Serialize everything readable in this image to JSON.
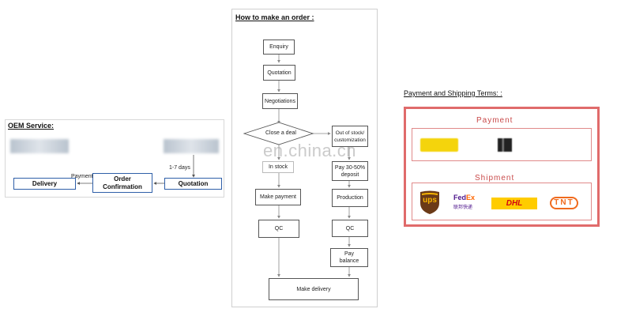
{
  "oem": {
    "title": "OEM Service:",
    "delivery": "Delivery",
    "order_confirmation": "Order\nConfirmation",
    "quotation": "Quotation",
    "payment_label": "Payment",
    "days_label": "1-7 days"
  },
  "order": {
    "title": "How to make an order :",
    "enquiry": "Enquiry",
    "quotation": "Quotation",
    "negotiations": "Negotiations",
    "close_deal": "Close a deal",
    "out_of_stock": "Out of stock/\ncustomization",
    "in_stock": "In stock",
    "pay_deposit": "Pay 30-50%\ndeposit",
    "make_payment": "Make payment",
    "production": "Production",
    "qc_left": "QC",
    "qc_right": "QC",
    "pay_balance": "Pay\nbalance",
    "make_delivery": "Make delivery"
  },
  "terms": {
    "title": "Payment and Shipping Terms: :",
    "payment_heading": "Payment",
    "shipment_heading": "Shipment",
    "carriers": {
      "ups": "ups",
      "fedex_fed": "Fed",
      "fedex_ex": "Ex",
      "fedex_cn": "联邦快递",
      "dhl": "DHL",
      "tnt": "TNT"
    }
  },
  "watermark": "en.china.cn",
  "colors": {
    "oem_border": "#2f5fa8",
    "terms_border": "#e06b6b",
    "fedex_purple": "#4d148c",
    "fedex_orange": "#ff6600",
    "dhl_yellow": "#ffcc00",
    "dhl_red": "#d40511",
    "ups_brown": "#6b3a17",
    "tnt_orange": "#f06a1d"
  }
}
